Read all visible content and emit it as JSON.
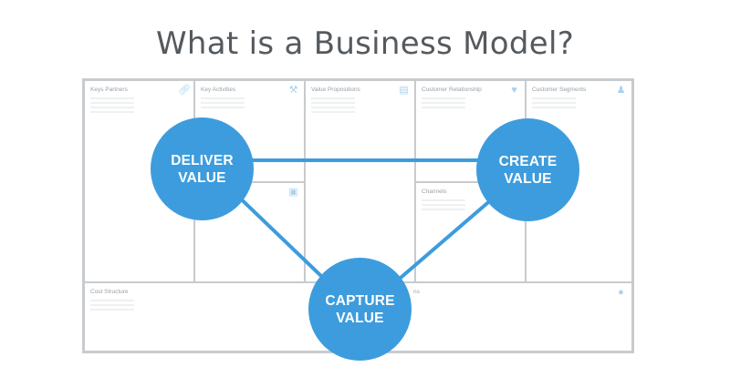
{
  "title": "What is a Business Model?",
  "colors": {
    "node": "#3d9cdd",
    "line": "#3d9cdd",
    "grid": "#c8cbce",
    "icon": "#a9d2ef",
    "title": "#555a5e"
  },
  "canvas_blocks": [
    {
      "id": "key-partners",
      "label": "Keys Partners",
      "icon": "link-icon"
    },
    {
      "id": "key-activities",
      "label": "Key Activities",
      "icon": "wrench-icon"
    },
    {
      "id": "value-propositions",
      "label": "Value Propositions",
      "icon": "gift-icon"
    },
    {
      "id": "customer-relationship",
      "label": "Customer Relationship",
      "icon": "heart-icon"
    },
    {
      "id": "customer-segments",
      "label": "Customer Segments",
      "icon": "users-icon"
    },
    {
      "id": "key-resources",
      "label": "",
      "icon": "factory-icon"
    },
    {
      "id": "channels",
      "label": "Channels",
      "icon": ""
    },
    {
      "id": "cost-structure",
      "label": "Cost Structure",
      "icon": ""
    },
    {
      "id": "revenue-streams",
      "label": "ns",
      "icon": "money-bag-icon"
    }
  ],
  "nodes": {
    "deliver": {
      "line1": "DELIVER",
      "line2": "VALUE"
    },
    "create": {
      "line1": "CREATE",
      "line2": "VALUE"
    },
    "capture": {
      "line1": "CAPTURE",
      "line2": "VALUE"
    }
  }
}
